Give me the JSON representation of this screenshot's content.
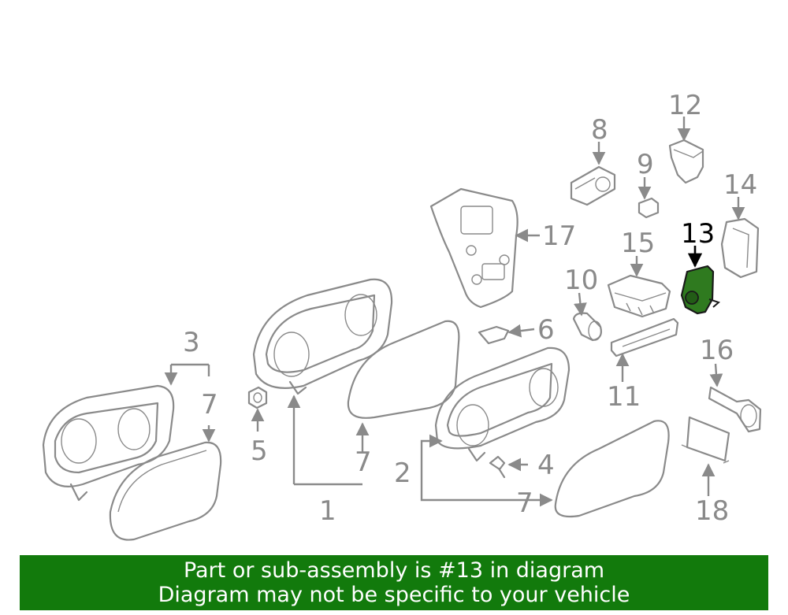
{
  "callouts": {
    "c1": "1",
    "c2": "2",
    "c3": "3",
    "c4": "4",
    "c5": "5",
    "c6": "6",
    "c7a": "7",
    "c7b": "7",
    "c7c": "7",
    "c8": "8",
    "c9": "9",
    "c10": "10",
    "c11": "11",
    "c12": "12",
    "c13": "13",
    "c14": "14",
    "c15": "15",
    "c16": "16",
    "c17": "17",
    "c18": "18"
  },
  "highlight_color": "#2f7a1f",
  "banner": {
    "line1": "Part or sub-assembly is #13 in diagram",
    "line2": "Diagram may not be specific to your vehicle",
    "background": "#127a0c"
  }
}
